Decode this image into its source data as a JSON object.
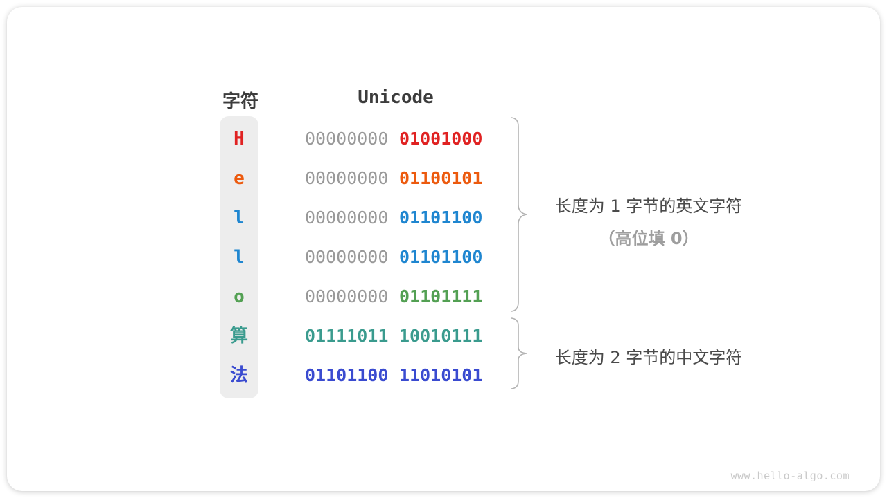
{
  "table": {
    "headers": {
      "char": "字符",
      "unicode": "Unicode"
    },
    "gray_byte_color": "#999999",
    "rows": [
      {
        "char": "H",
        "byte1": "00000000",
        "byte2": "01001000",
        "color": "#e02222",
        "byte1_color": "#999999"
      },
      {
        "char": "e",
        "byte1": "00000000",
        "byte2": "01100101",
        "color": "#ec5a0e",
        "byte1_color": "#999999"
      },
      {
        "char": "l",
        "byte1": "00000000",
        "byte2": "01101100",
        "color": "#1f86d0",
        "byte1_color": "#999999"
      },
      {
        "char": "l",
        "byte1": "00000000",
        "byte2": "01101100",
        "color": "#1f86d0",
        "byte1_color": "#999999"
      },
      {
        "char": "o",
        "byte1": "00000000",
        "byte2": "01101111",
        "color": "#53a053",
        "byte1_color": "#999999"
      },
      {
        "char": "算",
        "byte1": "01111011",
        "byte2": "10010111",
        "color": "#3a9b8e",
        "byte1_color": "#3a9b8e"
      },
      {
        "char": "法",
        "byte1": "01101100",
        "byte2": "11010101",
        "color": "#3a4bd0",
        "byte1_color": "#3a4bd0"
      }
    ]
  },
  "annotations": {
    "group1": {
      "line1": "长度为 1 字节的英文字符",
      "line2": "（高位填 0）"
    },
    "group2": {
      "line1": "长度为 2 字节的中文字符"
    }
  },
  "brace_color": "#b3b3b3",
  "watermark": "www.hello-algo.com"
}
